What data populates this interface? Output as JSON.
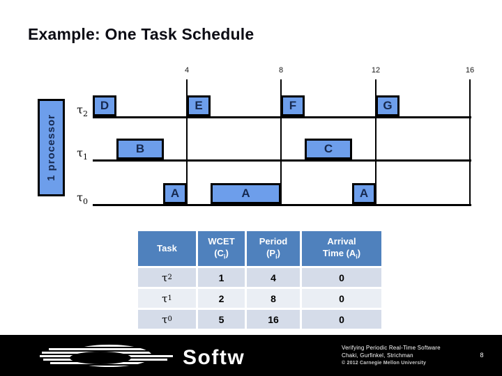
{
  "colors": {
    "title_color": "#0c0c14",
    "block_fill": "#6D9EEB",
    "block_border": "#000000",
    "block_text": "#16294F",
    "table_header_bg": "#4F81BD",
    "table_band_dark": "#D5DCE9",
    "table_band_light": "#EAEEF4",
    "footer_bg": "#000000"
  },
  "slide": {
    "title": "Example: One Task Schedule"
  },
  "schedule": {
    "processor_label": "1 processor",
    "axis_ticks": [
      4,
      8,
      12,
      16
    ],
    "rows": [
      {
        "label_base": "τ",
        "label_sub": "2",
        "blocks": [
          {
            "label": "D",
            "start": 0,
            "end": 1
          },
          {
            "label": "E",
            "start": 4,
            "end": 5
          },
          {
            "label": "F",
            "start": 8,
            "end": 9
          },
          {
            "label": "G",
            "start": 12,
            "end": 13
          }
        ]
      },
      {
        "label_base": "τ",
        "label_sub": "1",
        "blocks": [
          {
            "label": "B",
            "start": 1,
            "end": 3
          },
          {
            "label": "C",
            "start": 9,
            "end": 11
          }
        ]
      },
      {
        "label_base": "τ",
        "label_sub": "0",
        "blocks": [
          {
            "label": "A",
            "start": 3,
            "end": 4
          },
          {
            "label": "A",
            "start": 5,
            "end": 8
          },
          {
            "label": "A",
            "start": 11,
            "end": 12
          }
        ]
      }
    ]
  },
  "table": {
    "headers": [
      {
        "line1": "Task"
      },
      {
        "line1": "WCET",
        "line2_pre": "(C",
        "line2_sub": "i",
        "line2_post": ")"
      },
      {
        "line1": "Period",
        "line2_pre": "(P",
        "line2_sub": "i",
        "line2_post": ")"
      },
      {
        "line1": "Arrival",
        "line2_pre": "Time (A",
        "line2_sub": "i",
        "line2_post": ")"
      }
    ],
    "rows": [
      {
        "task_base": "τ",
        "task_sub": "2",
        "wcet": "1",
        "period": "4",
        "arrival": "0"
      },
      {
        "task_base": "τ",
        "task_sub": "1",
        "wcet": "2",
        "period": "8",
        "arrival": "0"
      },
      {
        "task_base": "τ",
        "task_sub": "0",
        "wcet": "5",
        "period": "16",
        "arrival": "0"
      }
    ]
  },
  "footer": {
    "logo_text": "Softw",
    "line1": "Verifying Periodic Real-Time Software",
    "line2": "Chaki, Gurfinkel, Strichman",
    "copyright": "© 2012 Carnegie Mellon University",
    "page_number": "8"
  }
}
